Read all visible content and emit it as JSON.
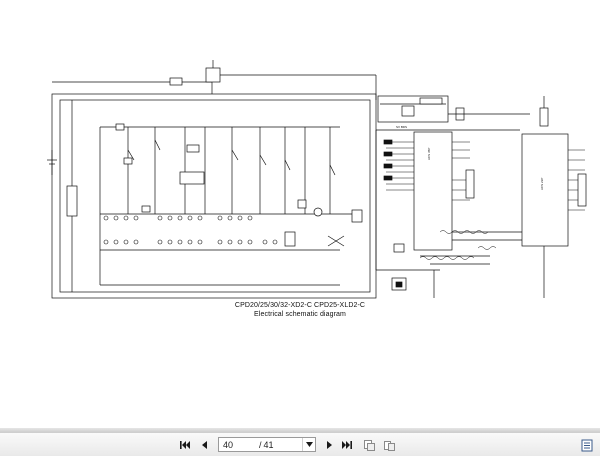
{
  "document": {
    "caption_line1": "CPD20/25/30/32-XD2-C    CPD25-XLD2-C",
    "caption_line2": "Electrical schematic diagram",
    "labels": {
      "module_left": "ACS 35P",
      "module_right": "ACS 23P",
      "bus_label": "SV BDS"
    }
  },
  "toolbar": {
    "first_page": "first-page-icon",
    "prev_page": "previous-page-icon",
    "current_page": "40",
    "page_separator": "/",
    "total_pages": "41",
    "next_page": "next-page-icon",
    "last_page": "last-page-icon",
    "single_page_view": "single-page-view-icon",
    "two_page_view": "two-page-view-icon",
    "sidebar_toggle": "thumbnails-icon"
  },
  "colors": {
    "toolbar_icon": "#1a1a1a",
    "wire": "#111111"
  }
}
